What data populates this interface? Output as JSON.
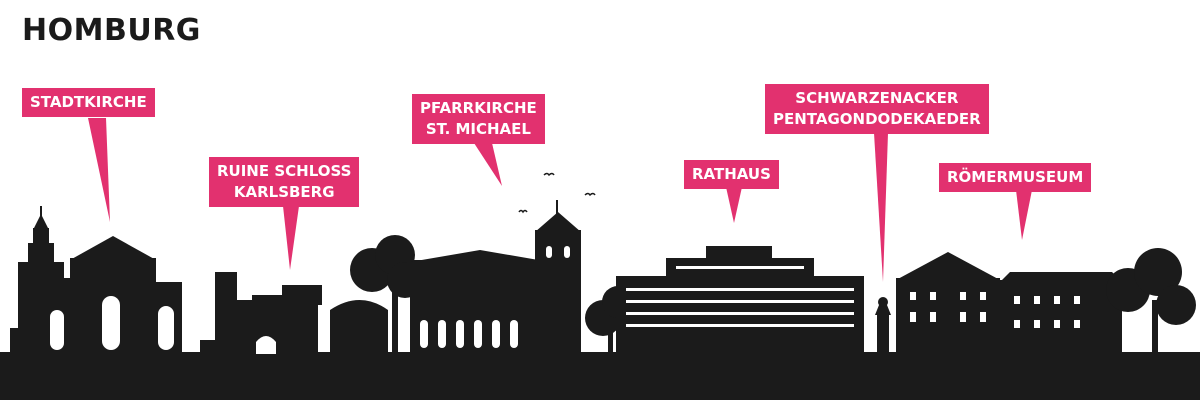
{
  "title": "HOMBURG",
  "colors": {
    "accent": "#e2316f",
    "silhouette": "#1b1b1b",
    "background": "#ffffff"
  },
  "labels": {
    "stadtkirche": {
      "lines": [
        "STADTKIRCHE"
      ]
    },
    "ruine": {
      "lines": [
        "RUINE SCHLOSS",
        "KARLSBERG"
      ]
    },
    "pfarrkirche": {
      "lines": [
        "PFARRKIRCHE",
        "ST. MICHAEL"
      ]
    },
    "rathaus": {
      "lines": [
        "RATHAUS"
      ]
    },
    "schwarzenacker": {
      "lines": [
        "SCHWARZENACKER",
        "PENTAGONDODEKAEDER"
      ]
    },
    "roemermuseum": {
      "lines": [
        "RÖMERMUSEUM"
      ]
    }
  }
}
